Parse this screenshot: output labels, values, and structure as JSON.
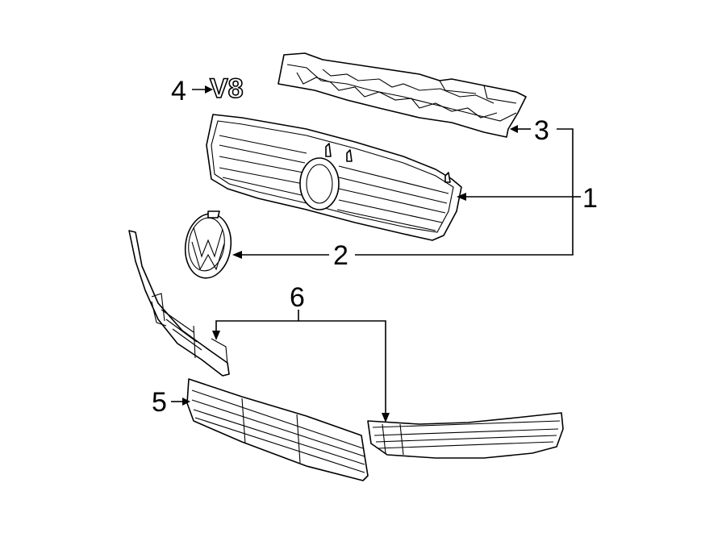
{
  "callouts": {
    "c1": "1",
    "c2": "2",
    "c3": "3",
    "c4": "4",
    "c5": "5",
    "c6": "6"
  },
  "badge_text": "V8",
  "colors": {
    "line": "#000000",
    "background": "#ffffff"
  }
}
